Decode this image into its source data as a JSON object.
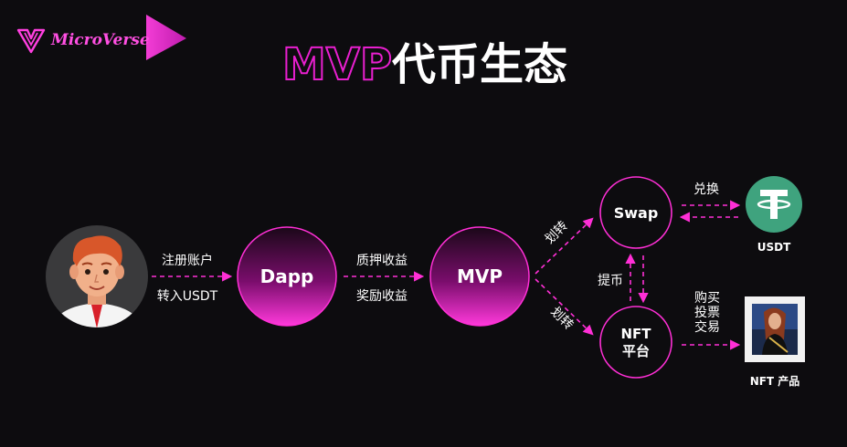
{
  "logo": {
    "text": "MicroVerse",
    "brand_color": "#e81fcf"
  },
  "title": {
    "highlight": "MVP",
    "rest": "代币生态",
    "highlight_color": "#e81fcf"
  },
  "nodes": {
    "dapp": "Dapp",
    "mvp": "MVP",
    "swap": "Swap",
    "nft_line1": "NFT",
    "nft_line2": "平台"
  },
  "edges": {
    "user_to_dapp_top": "注册账户",
    "user_to_dapp_bottom": "转入USDT",
    "dapp_to_mvp_top": "质押收益",
    "dapp_to_mvp_bottom": "奖励收益",
    "mvp_to_swap": "划转",
    "mvp_to_nft": "划转",
    "swap_nft": "提币",
    "swap_usdt": "兑换",
    "nft_product_line1": "购买",
    "nft_product_line2": "投票",
    "nft_product_line3": "交易"
  },
  "external": {
    "usdt_caption": "USDT",
    "nft_product_caption": "NFT 产品",
    "usdt_color": "#3fa37e"
  },
  "icons": {
    "user": "user-avatar-icon",
    "usdt": "tether-icon",
    "nft": "nft-artwork-icon",
    "logo": "microverse-logo-icon"
  },
  "colors": {
    "accent": "#ff2fd6",
    "background": "#0d0c0f"
  }
}
